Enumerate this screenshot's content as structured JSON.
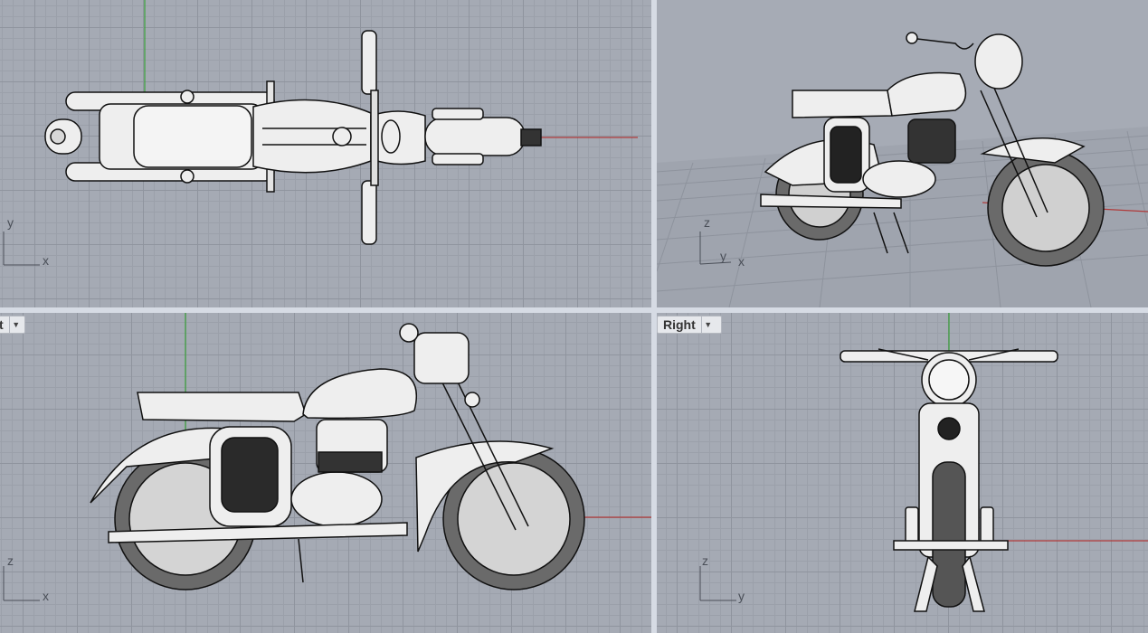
{
  "viewports": {
    "top": {
      "axis_v": "y",
      "axis_h": "x"
    },
    "perspective": {
      "axis_v": "z",
      "axis_mid": "y",
      "axis_h": "x"
    },
    "front": {
      "tab_label": "t",
      "axis_v": "z",
      "axis_h": "x"
    },
    "right": {
      "tab_label": "Right",
      "axis_v": "z",
      "axis_h": "y"
    }
  },
  "colors": {
    "background": "#a5aab4",
    "grid_minor": "#9ba0aa",
    "grid_major": "#8f949e",
    "x_axis": "#b03a3a",
    "y_axis": "#3aa23a",
    "model_fill": "#eeeeee",
    "model_edge": "#111111",
    "tire": "#6a6a6a"
  },
  "icons": [
    "dropdown-caret-icon"
  ]
}
